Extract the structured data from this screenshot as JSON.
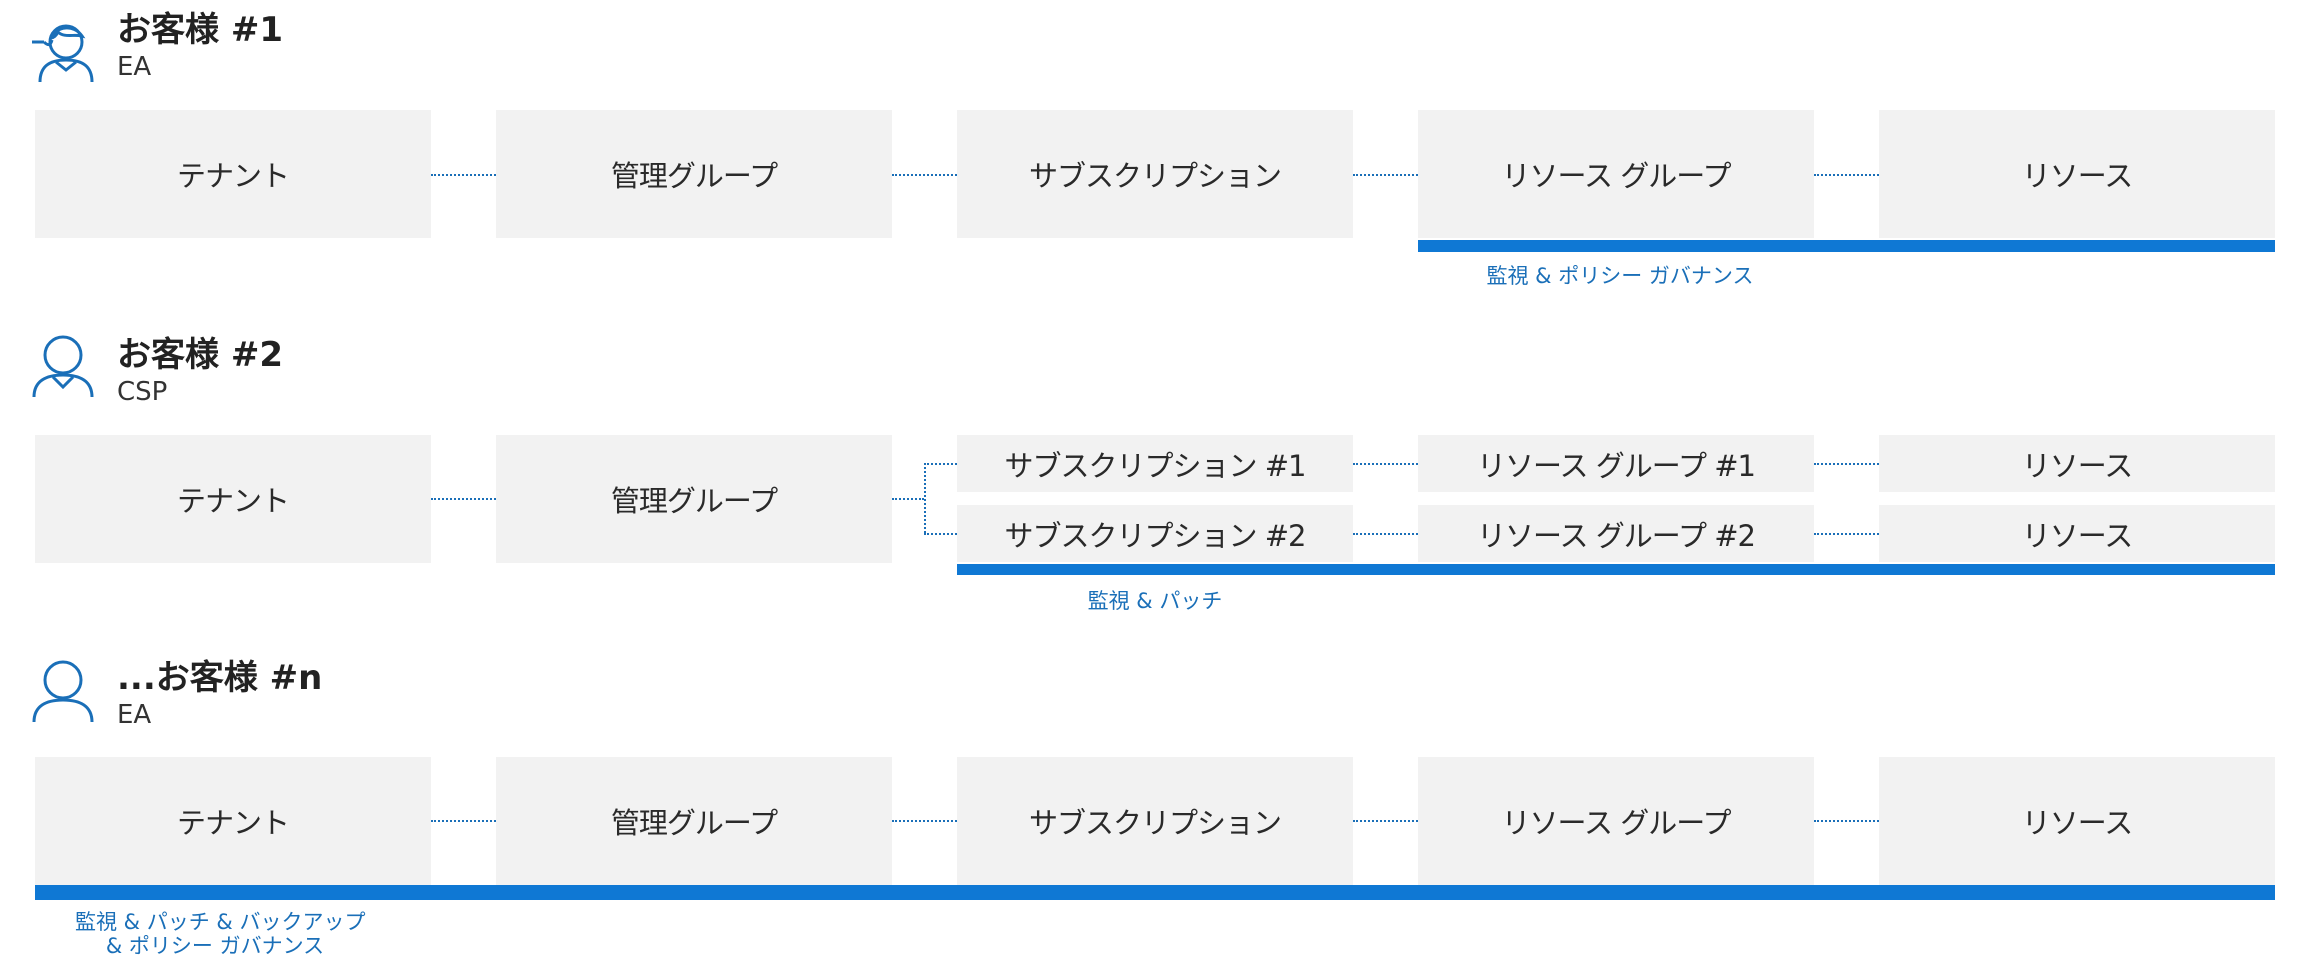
{
  "colors": {
    "accent": "#0f78d4",
    "box_fill": "#f2f2f2",
    "connector": "#1a6fb8"
  },
  "customers": [
    {
      "title": "お客様 #1",
      "subtitle": "EA",
      "icon": "user-icon-with-hair",
      "boxes": [
        "テナント",
        "管理グループ",
        "サブスクリプション",
        "リソース グループ",
        "リソース"
      ],
      "caption": [
        "監視 & ポリシー ガバナンス"
      ]
    },
    {
      "title": "お客様 #2",
      "subtitle": "CSP",
      "icon": "user-icon",
      "boxes": [
        "テナント",
        "管理グループ"
      ],
      "rows": [
        [
          "サブスクリプション #1",
          "リソース グループ #1",
          "リソース"
        ],
        [
          "サブスクリプション #2",
          "リソース グループ #2",
          "リソース"
        ]
      ],
      "caption": [
        "監視 & パッチ"
      ]
    },
    {
      "title": "...お客様 #n",
      "subtitle": "EA",
      "icon": "user-icon",
      "boxes": [
        "テナント",
        "管理グループ",
        "サブスクリプション",
        "リソース グループ",
        "リソース"
      ],
      "caption": [
        "監視 & パッチ & バックアップ",
        "& ポリシー ガバナンス"
      ]
    }
  ]
}
